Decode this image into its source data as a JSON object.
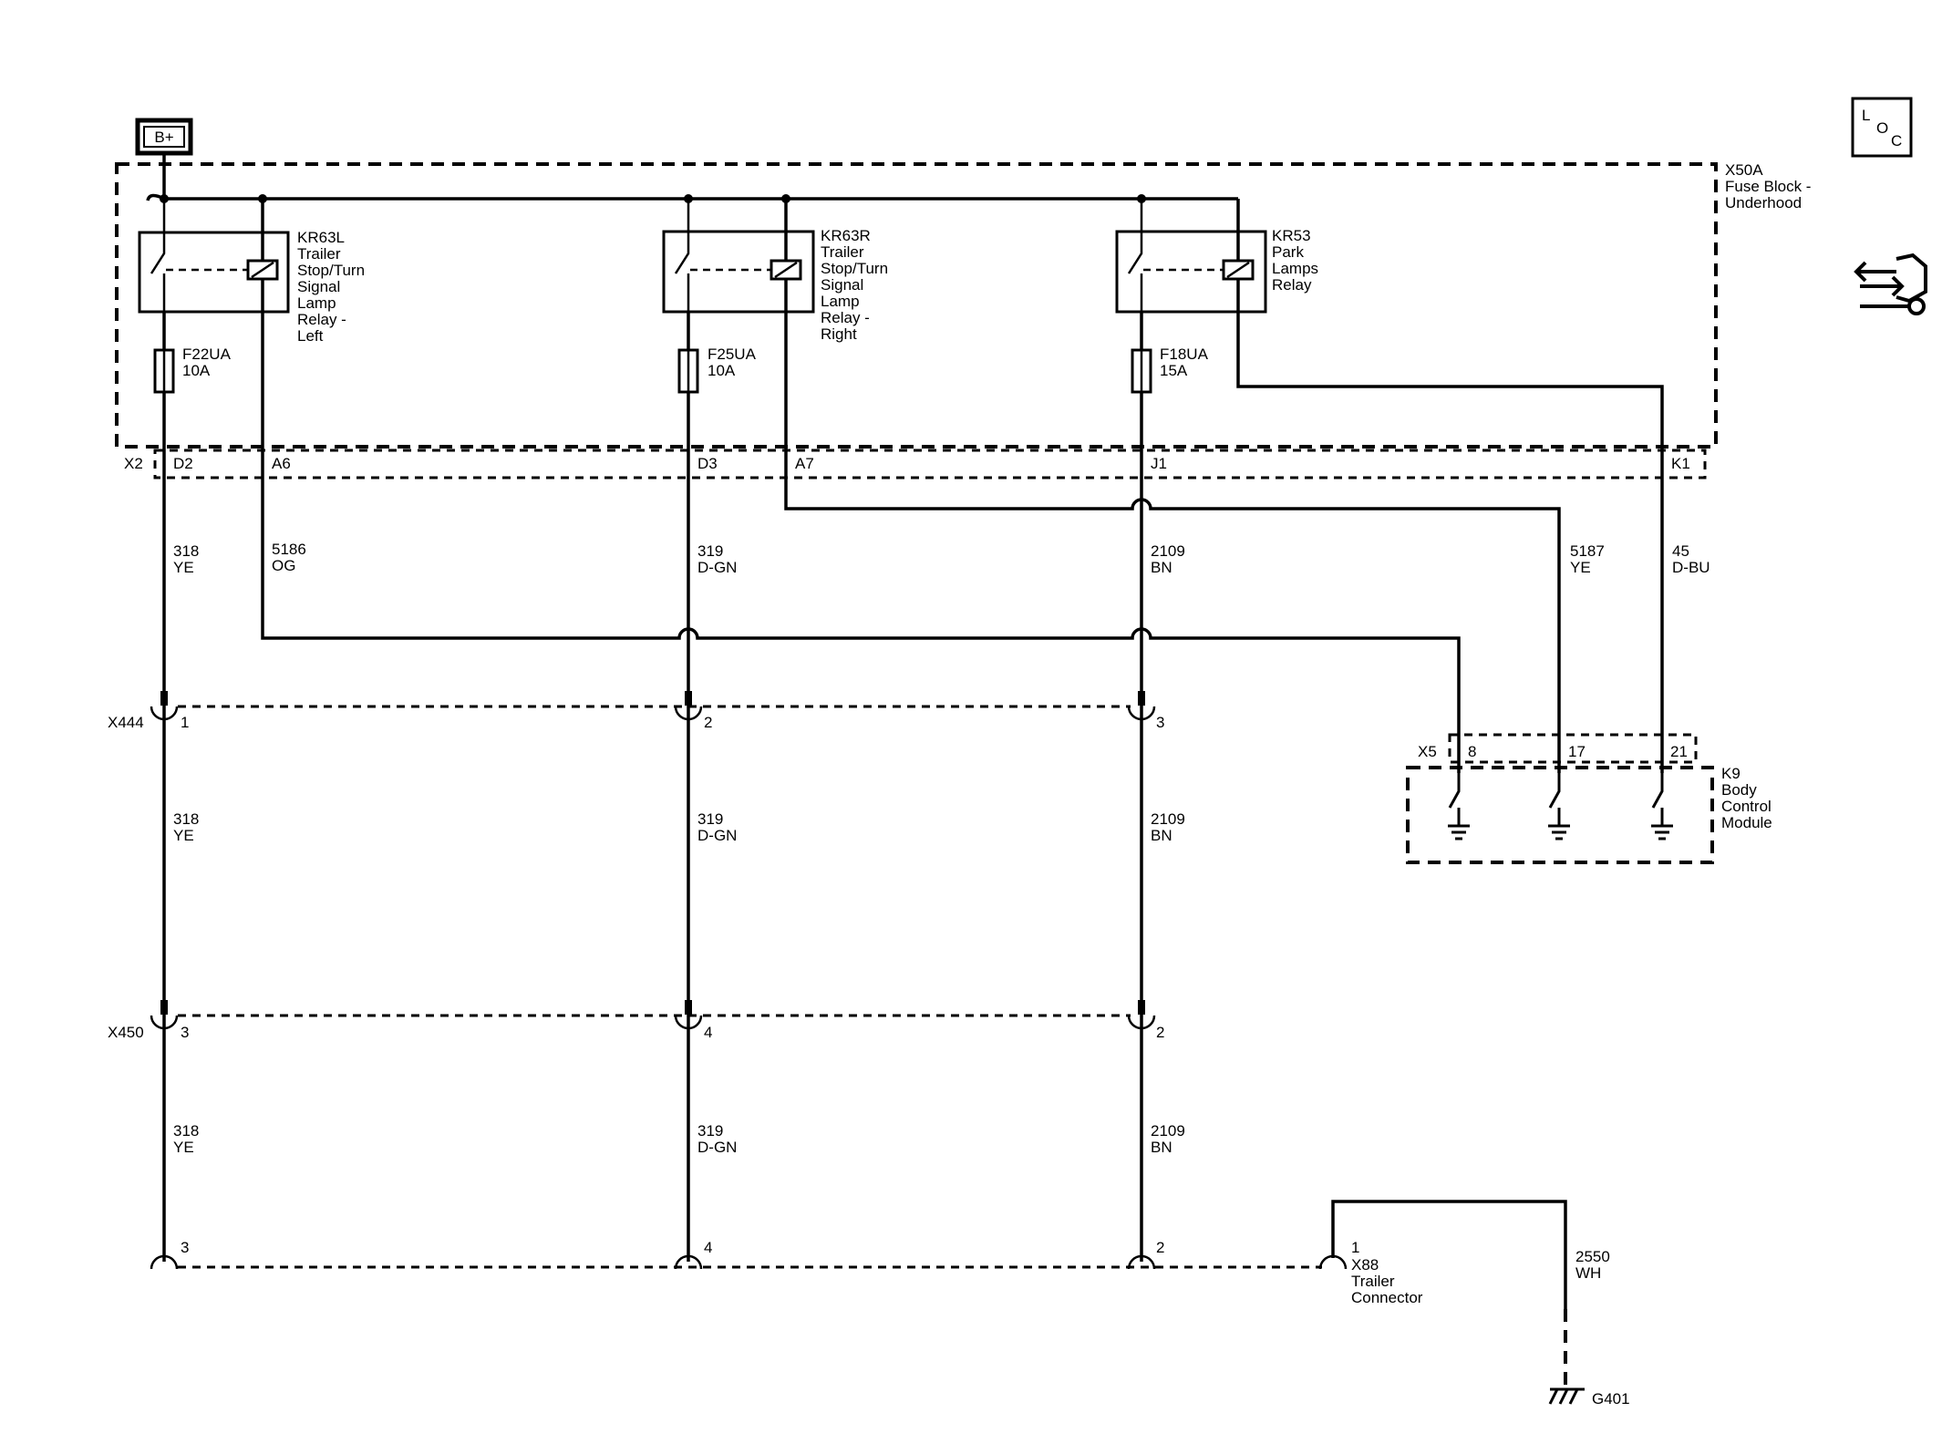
{
  "battery": "B+",
  "loc_icon": {
    "l": "L",
    "o": "O",
    "c": "C"
  },
  "tool_icon": "service-tools-icon",
  "fuse_block": {
    "id": "X50A",
    "line1": "Fuse Block -",
    "line2": "Underhood"
  },
  "relays": [
    {
      "id": "KR63L",
      "lines": [
        "Trailer",
        "Stop/Turn",
        "Signal",
        "Lamp",
        "Relay -",
        "Left"
      ]
    },
    {
      "id": "KR63R",
      "lines": [
        "Trailer",
        "Stop/Turn",
        "Signal",
        "Lamp",
        "Relay -",
        "Right"
      ]
    },
    {
      "id": "KR53",
      "lines": [
        "Park",
        "Lamps",
        "Relay"
      ]
    }
  ],
  "fuses": [
    {
      "id": "F22UA",
      "rating": "10A"
    },
    {
      "id": "F25UA",
      "rating": "10A"
    },
    {
      "id": "F18UA",
      "rating": "15A"
    }
  ],
  "x2": {
    "id": "X2",
    "pins": [
      "D2",
      "A6",
      "D3",
      "A7",
      "J1",
      "K1"
    ]
  },
  "wires": {
    "c318": {
      "num": "318",
      "color": "YE"
    },
    "c319": {
      "num": "319",
      "color": "D-GN"
    },
    "c2109": {
      "num": "2109",
      "color": "BN"
    },
    "c5186": {
      "num": "5186",
      "color": "OG"
    },
    "c5187": {
      "num": "5187",
      "color": "YE"
    },
    "c45": {
      "num": "45",
      "color": "D-BU"
    },
    "c2550": {
      "num": "2550",
      "color": "WH"
    }
  },
  "x444": {
    "id": "X444",
    "pins": [
      "1",
      "2",
      "3"
    ]
  },
  "x450": {
    "id": "X450",
    "pins": [
      "3",
      "4",
      "2"
    ]
  },
  "x88": {
    "id": "X88",
    "pins": [
      "3",
      "4",
      "2",
      "1"
    ],
    "line1": "Trailer",
    "line2": "Connector"
  },
  "bcm": {
    "conn": "X5",
    "pins": [
      "8",
      "17",
      "21"
    ],
    "id": "K9",
    "lines": [
      "Body",
      "Control",
      "Module"
    ]
  },
  "ground": {
    "id": "G401"
  }
}
